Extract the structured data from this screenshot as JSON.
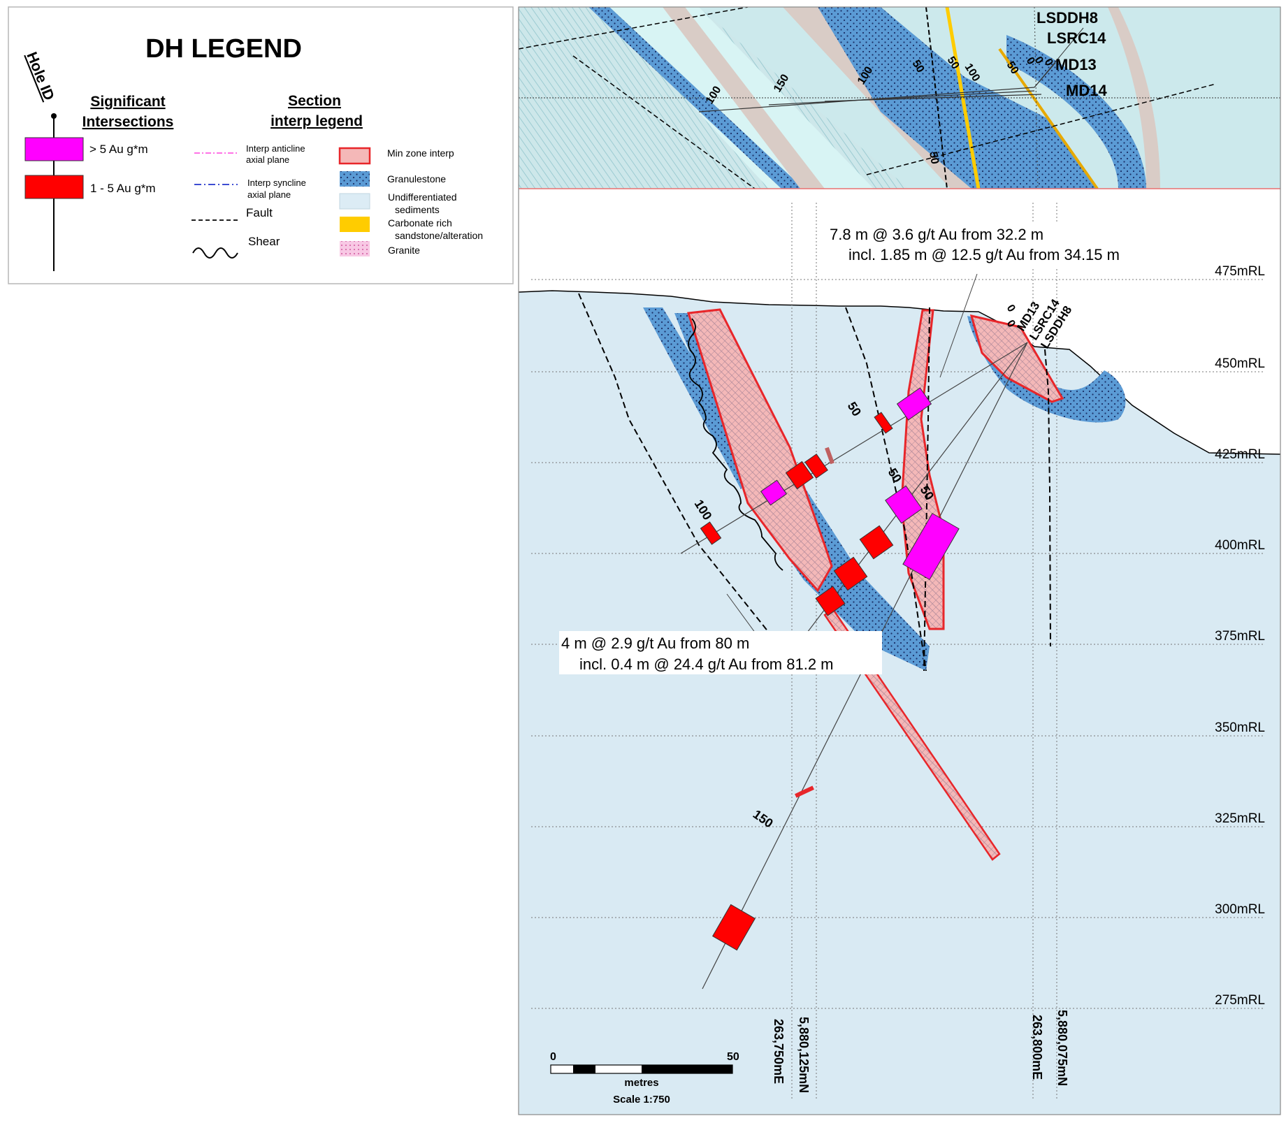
{
  "legend": {
    "title": "DH LEGEND",
    "hole_id_label": "Hole ID",
    "sig_title_1": "Significant",
    "sig_title_2": "Intersections",
    "sig_items": [
      {
        "label": "> 5 Au g*m",
        "color": "#ff00ff"
      },
      {
        "label": "1 - 5 Au g*m",
        "color": "#ff0000"
      }
    ],
    "section_title_1": "Section",
    "section_title_2": "interp legend",
    "line_items": {
      "anticline_1": "Interp anticline",
      "anticline_2": "axial plane",
      "syncline_1": "Interp syncline",
      "syncline_2": "axial plane",
      "fault": "Fault",
      "shear": "Shear"
    },
    "fill_items": {
      "min_zone": "Min zone interp",
      "granulestone": "Granulestone",
      "undiff_1": "Undifferentiated",
      "undiff_2": "sediments",
      "carb_1": "Carbonate rich",
      "carb_2": "sandstone/alteration",
      "granite": "Granite"
    },
    "colors": {
      "min_zone_fill": "#f4b8b8",
      "min_zone_edge": "#e8262a",
      "granulestone": "#5b9bd5",
      "undiff": "#dcecf5",
      "carbonate": "#ffcc00",
      "granite": "#f4a8d0"
    }
  },
  "plan": {
    "holes": [
      "LSDDH8",
      "LSRC14",
      "MD13",
      "MD14"
    ],
    "depth_ticks": [
      "100",
      "150",
      "100",
      "50",
      "50",
      "100",
      "50",
      "0",
      "0",
      "0",
      "50"
    ]
  },
  "section": {
    "rl_labels": [
      "475mRL",
      "450mRL",
      "425mRL",
      "400mRL",
      "375mRL",
      "350mRL",
      "325mRL",
      "300mRL",
      "275mRL"
    ],
    "annotation_top_1": "7.8 m @ 3.6 g/t Au from 32.2 m",
    "annotation_top_2": "incl. 1.85 m @ 12.5 g/t Au from 34.15 m",
    "annotation_bottom_1": "4 m @ 2.9 g/t Au from 80 m",
    "annotation_bottom_2": "incl. 0.4 m @ 24.4 g/t Au from 81.2 m",
    "hole_labels": [
      "MD13",
      "LSRC14",
      "LSDDH8"
    ],
    "collar_ticks": [
      "0",
      "0"
    ],
    "depth_ticks": {
      "d50a": "50",
      "d50b": "50",
      "d50c": "50",
      "d100": "100",
      "d150": "150"
    },
    "eastings": [
      "263,750mE",
      "5,880,125mN",
      "263,800mE",
      "5,880,075mN"
    ],
    "scale": {
      "zero": "0",
      "fifty": "50",
      "unit": "metres",
      "ratio": "Scale 1:750"
    }
  }
}
